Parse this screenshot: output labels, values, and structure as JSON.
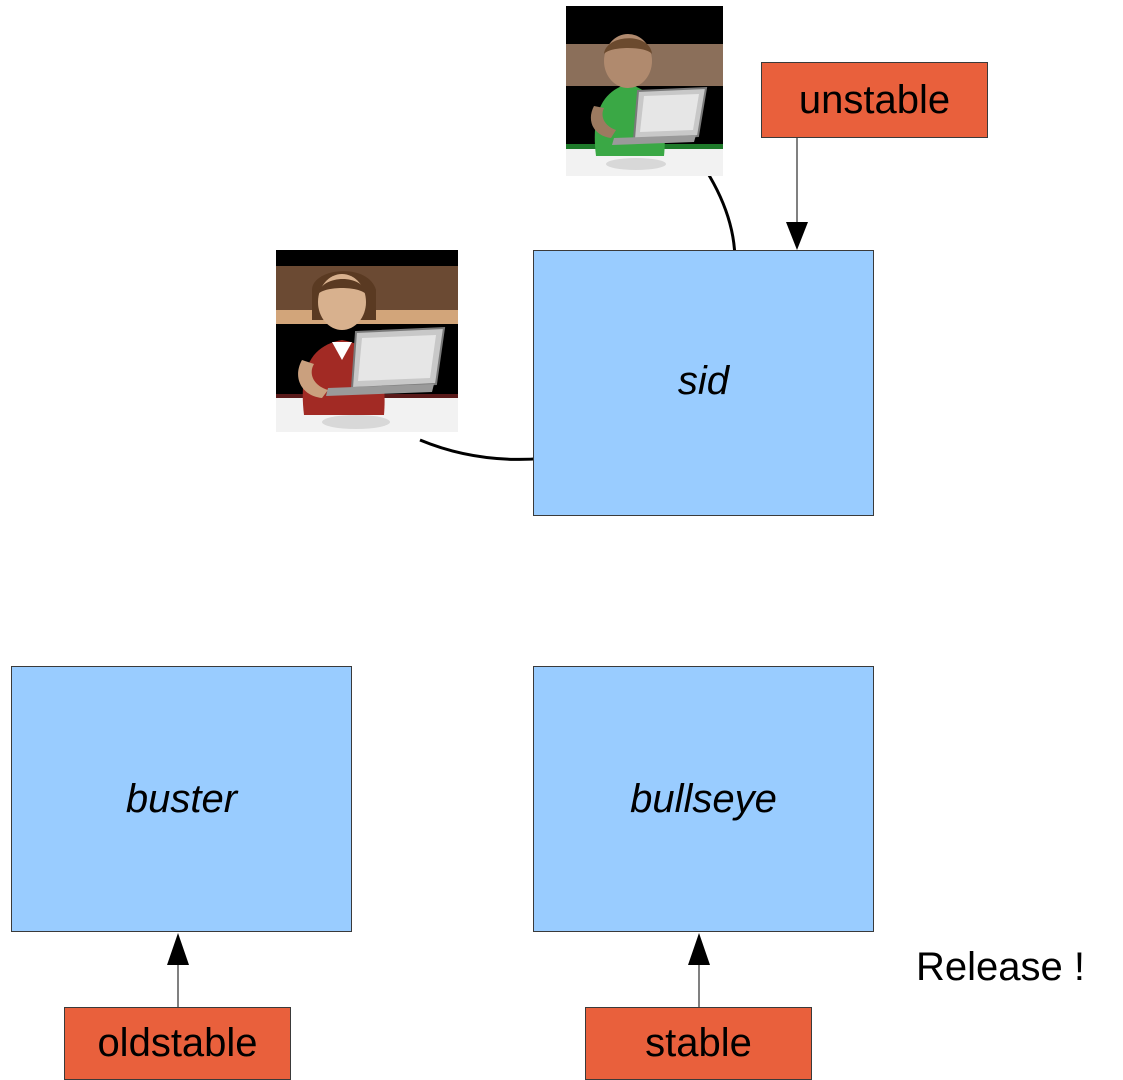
{
  "distributions": {
    "sid": "sid",
    "buster": "buster",
    "bullseye": "bullseye"
  },
  "suites": {
    "unstable": "unstable",
    "oldstable": "oldstable",
    "stable": "stable"
  },
  "release_text": "Release !",
  "icons": {
    "developer_male": "developer-with-laptop-icon",
    "developer_female": "developer-with-laptop-icon"
  },
  "colors": {
    "distribution_fill": "#99ccff",
    "suite_fill": "#e9603c",
    "outline": "#3a3a3a"
  }
}
